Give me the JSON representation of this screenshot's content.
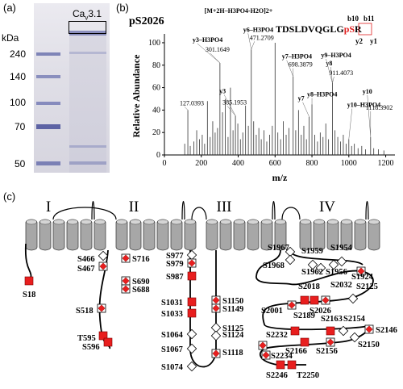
{
  "panels": {
    "a": "(a)",
    "b": "(b)",
    "c": "(c)"
  },
  "gel": {
    "unit": "kDa",
    "lane_label_main": "Ca",
    "lane_label_sub": "v",
    "lane_label_tail": "3.1",
    "markers": [
      "240",
      "140",
      "100",
      "70",
      "50"
    ]
  },
  "spectrum": {
    "title": "pS2026",
    "precursor": "[M+2H–H3PO4-H2O]2+",
    "sequence_pre": "TDSLDVQGLG",
    "sequence_site": "pS",
    "sequence_post": "R",
    "seq_top_ions": [
      "b10",
      "b11"
    ],
    "seq_bottom_ions": [
      "y2",
      "y1"
    ]
  },
  "chart_data": {
    "type": "bar",
    "xlabel": "m/z",
    "ylabel": "Relative Abundance",
    "xlim": [
      0,
      1250
    ],
    "ylim": [
      0,
      105
    ],
    "xticks": [
      0,
      200,
      400,
      600,
      800,
      1000,
      1200
    ],
    "yticks": [
      0,
      20,
      40,
      60,
      80,
      100
    ],
    "peaks": [
      [
        110,
        10
      ],
      [
        127,
        40
      ],
      [
        140,
        8
      ],
      [
        160,
        12
      ],
      [
        175,
        22
      ],
      [
        190,
        14
      ],
      [
        205,
        18
      ],
      [
        218,
        10
      ],
      [
        233,
        48
      ],
      [
        248,
        16
      ],
      [
        262,
        30
      ],
      [
        275,
        20
      ],
      [
        288,
        24
      ],
      [
        301,
        82
      ],
      [
        315,
        38
      ],
      [
        330,
        50
      ],
      [
        345,
        16
      ],
      [
        358,
        60
      ],
      [
        372,
        22
      ],
      [
        385,
        35
      ],
      [
        398,
        28
      ],
      [
        412,
        14
      ],
      [
        425,
        20
      ],
      [
        440,
        44
      ],
      [
        455,
        26
      ],
      [
        471,
        94
      ],
      [
        484,
        30
      ],
      [
        498,
        18
      ],
      [
        512,
        24
      ],
      [
        525,
        14
      ],
      [
        540,
        22
      ],
      [
        555,
        12
      ],
      [
        570,
        18
      ],
      [
        585,
        26
      ],
      [
        600,
        100
      ],
      [
        615,
        20
      ],
      [
        630,
        14
      ],
      [
        645,
        30
      ],
      [
        660,
        18
      ],
      [
        675,
        24
      ],
      [
        698,
        70
      ],
      [
        712,
        22
      ],
      [
        727,
        40
      ],
      [
        742,
        18
      ],
      [
        756,
        26
      ],
      [
        770,
        14
      ],
      [
        785,
        34
      ],
      [
        800,
        45
      ],
      [
        815,
        18
      ],
      [
        830,
        12
      ],
      [
        845,
        20
      ],
      [
        860,
        16
      ],
      [
        875,
        28
      ],
      [
        890,
        14
      ],
      [
        911,
        64
      ],
      [
        925,
        22
      ],
      [
        940,
        16
      ],
      [
        955,
        12
      ],
      [
        970,
        18
      ],
      [
        985,
        10
      ],
      [
        1000,
        14
      ],
      [
        1015,
        8
      ],
      [
        1030,
        10
      ],
      [
        1050,
        6
      ],
      [
        1070,
        8
      ],
      [
        1090,
        5
      ],
      [
        1118,
        16
      ],
      [
        1135,
        6
      ],
      [
        1160,
        5
      ],
      [
        1190,
        4
      ]
    ],
    "annotations": [
      {
        "text": "y6–H3PO4",
        "x": 471,
        "y": 94
      },
      {
        "text": "471.2709",
        "x": 471,
        "y": 94
      },
      {
        "text": "y3–H3PO4",
        "x": 301,
        "y": 82
      },
      {
        "text": "301.1649",
        "x": 301,
        "y": 82
      },
      {
        "text": "127.0393",
        "x": 127,
        "y": 40
      },
      {
        "text": "385.1953",
        "x": 385,
        "y": 35
      },
      {
        "text": "y3",
        "x": 385,
        "y": 35
      },
      {
        "text": "698.3879",
        "x": 698,
        "y": 70
      },
      {
        "text": "y7–H3PO4",
        "x": 698,
        "y": 70
      },
      {
        "text": "y8–H3PO4",
        "x": 800,
        "y": 45
      },
      {
        "text": "y7",
        "x": 785,
        "y": 34
      },
      {
        "text": "y8",
        "x": 911,
        "y": 64
      },
      {
        "text": "911.4073",
        "x": 911,
        "y": 64
      },
      {
        "text": "y9–H3PO4",
        "x": 911,
        "y": 64
      },
      {
        "text": "y10–H3PO4",
        "x": 1000,
        "y": 14
      },
      {
        "text": "1118.3902",
        "x": 1118,
        "y": 16
      },
      {
        "text": "y10",
        "x": 1118,
        "y": 16
      }
    ]
  },
  "topology": {
    "domains": [
      "I",
      "II",
      "III",
      "IV"
    ],
    "sites": [
      "S18",
      "S466",
      "S467",
      "S518",
      "T595",
      "S596",
      "S716",
      "S690",
      "S688",
      "S977",
      "S979",
      "S987",
      "S1031",
      "S1033",
      "S1064",
      "S1067",
      "S1074",
      "S1150",
      "S1149",
      "S1125",
      "S1124",
      "S1118",
      "S1967",
      "S1968",
      "S1959",
      "S1962",
      "S1956",
      "S1954",
      "S1924",
      "S2018",
      "S2001",
      "S2026",
      "S2032",
      "S2125",
      "S2146",
      "S2150",
      "S2189",
      "S2163",
      "S2154",
      "S2166",
      "S2156",
      "S2232",
      "S2234",
      "S2246",
      "T2250"
    ]
  }
}
